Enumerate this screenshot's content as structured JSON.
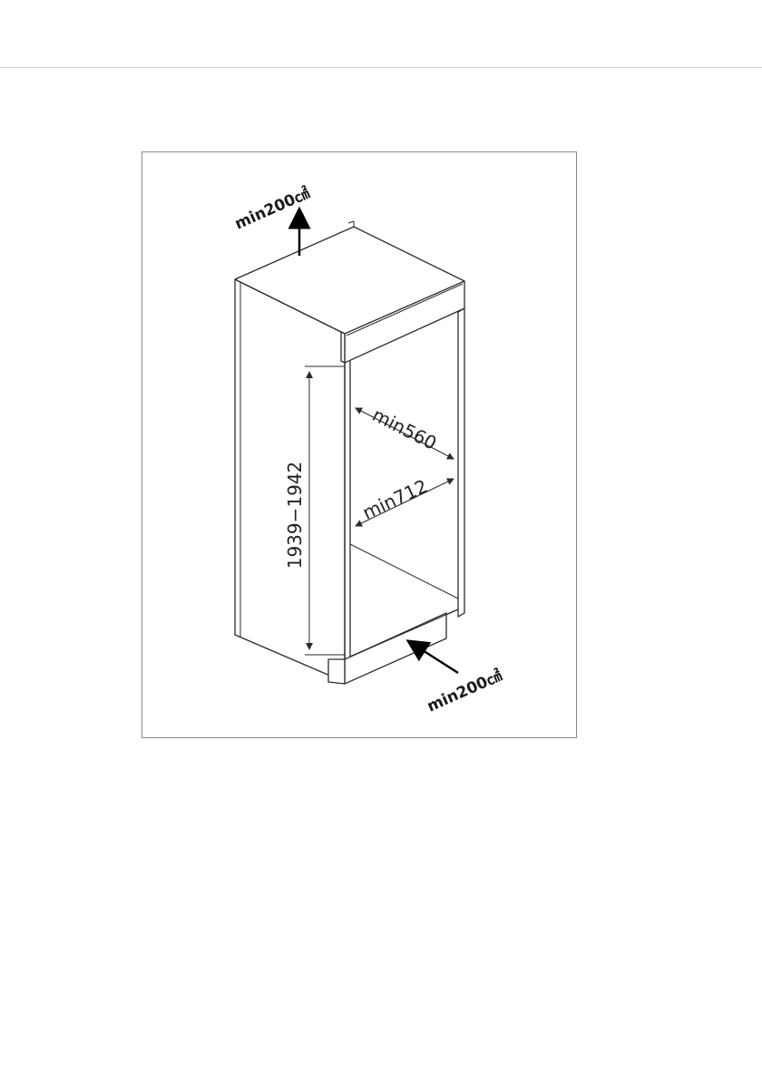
{
  "diagram": {
    "top_vent_label": "min200㎠",
    "bottom_vent_label": "min200㎠",
    "height_dimension": "1939−1942",
    "width_dimension": "min560",
    "depth_dimension": "min712"
  },
  "colors": {
    "line": "#2b2b2b",
    "frame": "#8a8a8a",
    "rule": "#c9c9c9"
  }
}
